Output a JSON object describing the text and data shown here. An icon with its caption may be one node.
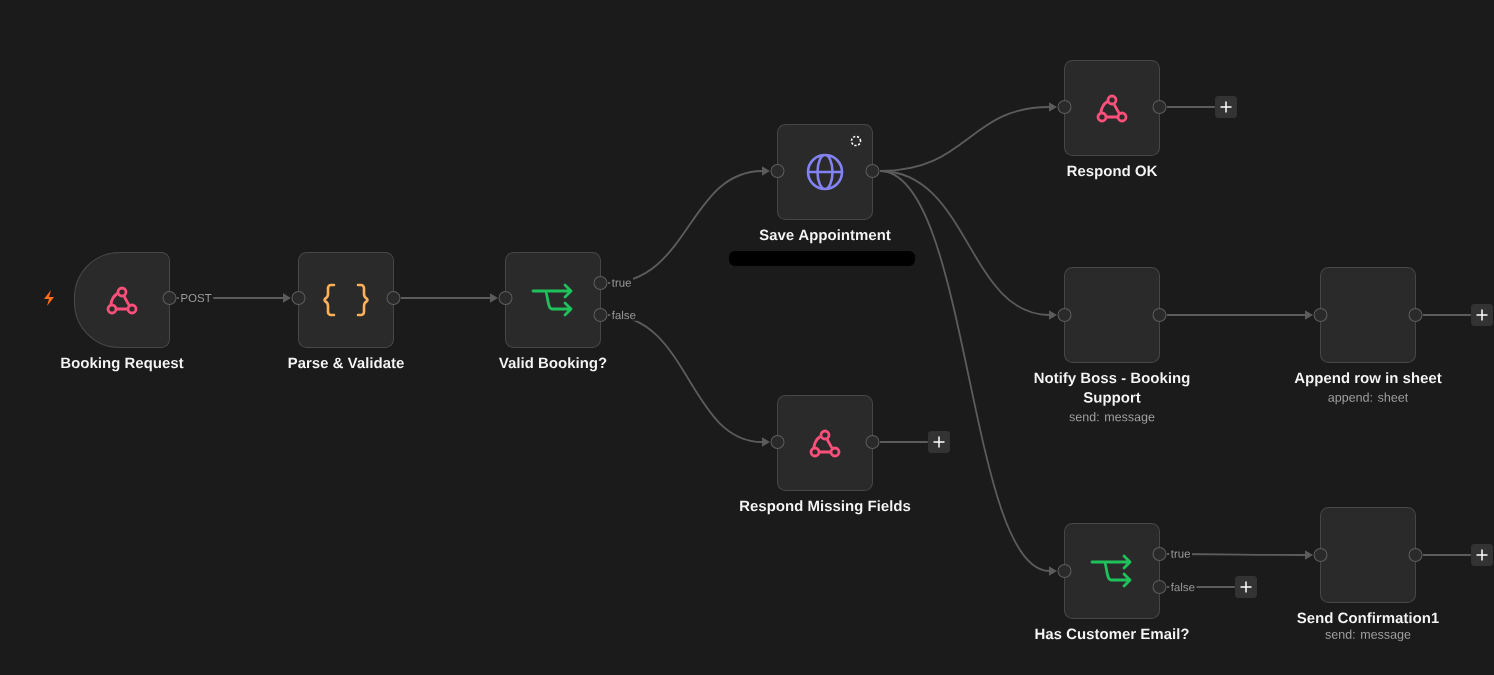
{
  "diagram": {
    "nodes": [
      {
        "text": [
          "Booking Request"
        ]
      },
      {
        "text": [
          "Parse & Validate"
        ]
      },
      {
        "text": [
          "Valid Booking?"
        ]
      },
      {
        "text": [
          "Save Appointment"
        ]
      },
      {
        "text": [
          "Respond Missing Fields"
        ]
      },
      {
        "text": [
          "Respond OK"
        ]
      },
      {
        "text": [
          "Notify Boss - Booking Support"
        ],
        "beside": [
          "send: message"
        ]
      },
      {
        "text": [
          "Has Customer Email?"
        ]
      },
      {
        "text": [
          "Append row in sheet"
        ],
        "beside": [
          "append: sheet"
        ]
      },
      {
        "text": [
          "Send Confirmation1"
        ],
        "beside": [
          "send: message"
        ]
      },
      {
        "text": [],
        "shape": "box"
      },
      {
        "text": [],
        "shape": "box"
      },
      {
        "text": [],
        "shape": "box"
      },
      {
        "text": [],
        "shape": "box"
      },
      {
        "text": [],
        "shape": "box"
      }
    ],
    "edges": [
      {
        "from": 0,
        "to": 1,
        "arrow": "to",
        "label": "POST"
      },
      {
        "from": 1,
        "to": 2,
        "arrow": "to"
      },
      {
        "from": 2,
        "to": 3,
        "arrow": "to",
        "label": "true"
      },
      {
        "from": 2,
        "to": 4,
        "arrow": "to",
        "label": "false"
      },
      {
        "from": 3,
        "to": 5,
        "arrow": "to"
      },
      {
        "from": 3,
        "to": 6,
        "arrow": "to"
      },
      {
        "from": 3,
        "to": 7,
        "arrow": "to"
      },
      {
        "from": 4,
        "to": 11,
        "arrow": "none"
      },
      {
        "from": 5,
        "to": 10,
        "arrow": "none"
      },
      {
        "from": 6,
        "to": 8,
        "arrow": "to"
      },
      {
        "from": 7,
        "to": 9,
        "arrow": "to",
        "label": "true"
      },
      {
        "from": 7,
        "to": 13,
        "arrow": "none",
        "label": "false"
      },
      {
        "from": 8,
        "to": 12,
        "arrow": "none"
      },
      {
        "from": 9,
        "to": 14,
        "arrow": "none"
      }
    ]
  }
}
